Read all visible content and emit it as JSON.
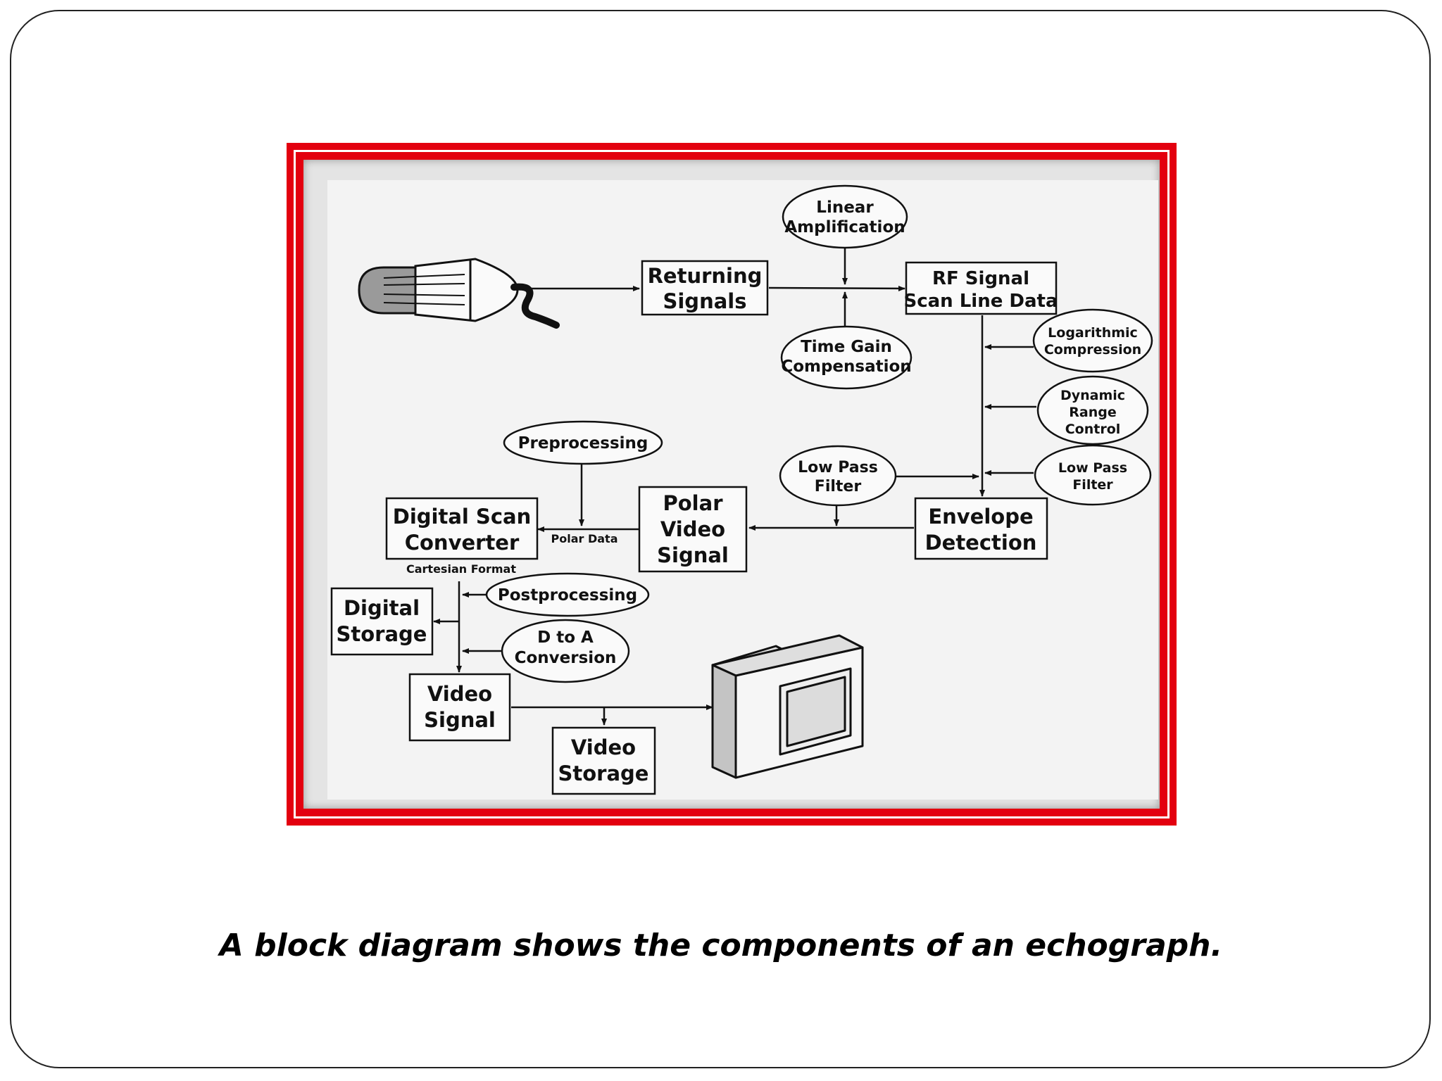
{
  "caption": "A block diagram shows the components of an echograph.",
  "nodes": {
    "returning_signals": [
      "Returning",
      "Signals"
    ],
    "rf_signal": [
      "RF Signal",
      "Scan Line Data"
    ],
    "linear_amplification": [
      "Linear",
      "Amplification"
    ],
    "time_gain_compensation": [
      "Time Gain",
      "Compensation"
    ],
    "logarithmic_compression": [
      "Logarithmic",
      "Compression"
    ],
    "dynamic_range_control": [
      "Dynamic",
      "Range",
      "Control"
    ],
    "low_pass_filter_right": [
      "Low Pass",
      "Filter"
    ],
    "low_pass_filter_center": [
      "Low Pass",
      "Filter"
    ],
    "envelope_detection": [
      "Envelope",
      "Detection"
    ],
    "polar_video_signal": [
      "Polar",
      "Video",
      "Signal"
    ],
    "preprocessing": [
      "Preprocessing"
    ],
    "digital_scan_converter": [
      "Digital Scan",
      "Converter"
    ],
    "postprocessing": [
      "Postprocessing"
    ],
    "digital_storage": [
      "Digital",
      "Storage"
    ],
    "d_to_a_conversion": [
      "D to A",
      "Conversion"
    ],
    "video_signal": [
      "Video",
      "Signal"
    ],
    "video_storage": [
      "Video",
      "Storage"
    ]
  },
  "edge_labels": {
    "polar_data": "Polar Data",
    "cartesian_format": "Cartesian Format"
  },
  "colors": {
    "frame_red": "#e3000f",
    "mat_grey": "#e4e4e4",
    "ink": "#111111"
  },
  "icons": {
    "transducer": "ultrasound-probe-icon",
    "monitor": "crt-monitor-icon"
  }
}
